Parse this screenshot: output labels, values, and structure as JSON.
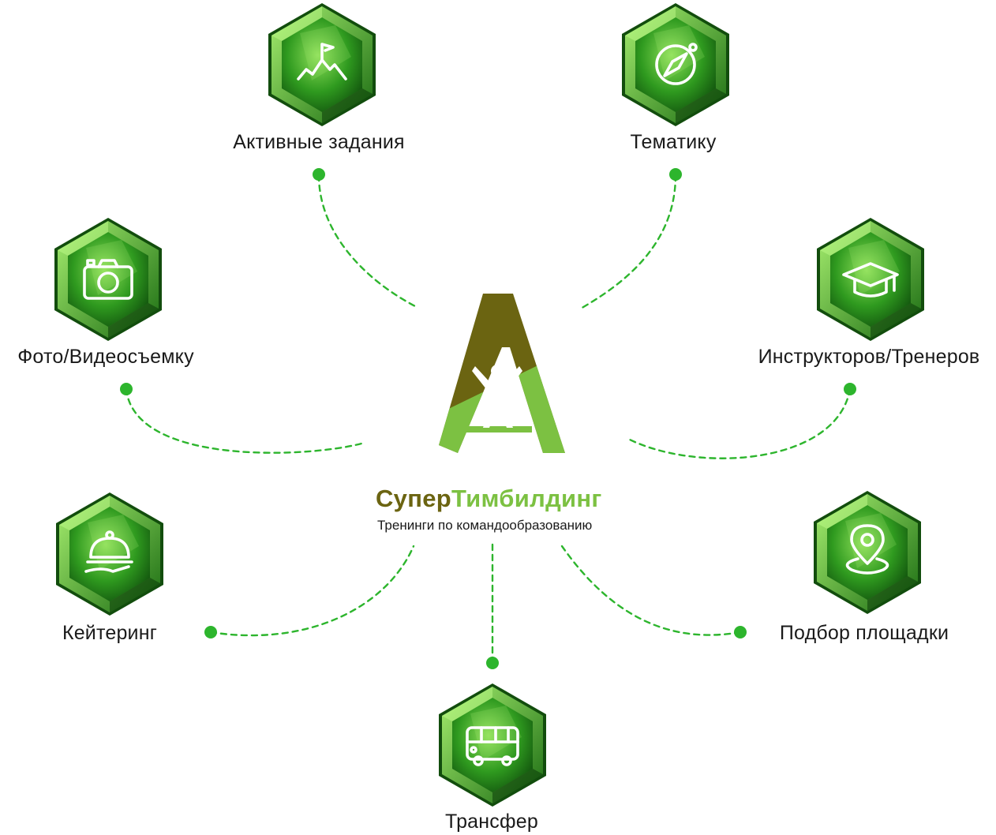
{
  "brand": {
    "name_part1": "Супер",
    "name_part2": "Тимбилдинг",
    "tagline": "Тренинги по командообразованию",
    "color_dark": "#6b6411",
    "color_light": "#7cc142"
  },
  "accent_color": "#2db52d",
  "nodes": [
    {
      "id": "active-tasks",
      "label": "Активные задания",
      "icon": "mountain-flag-icon"
    },
    {
      "id": "theme",
      "label": "Тематику",
      "icon": "compass-icon"
    },
    {
      "id": "photo-video",
      "label": "Фото/Видеосъемку",
      "icon": "camera-icon"
    },
    {
      "id": "instructors",
      "label": "Инструкторов/Тренеров",
      "icon": "graduation-cap-icon"
    },
    {
      "id": "catering",
      "label": "Кейтеринг",
      "icon": "food-cloche-icon"
    },
    {
      "id": "venue",
      "label": "Подбор площадки",
      "icon": "location-pin-icon"
    },
    {
      "id": "transfer",
      "label": "Трансфер",
      "icon": "bus-icon"
    }
  ]
}
